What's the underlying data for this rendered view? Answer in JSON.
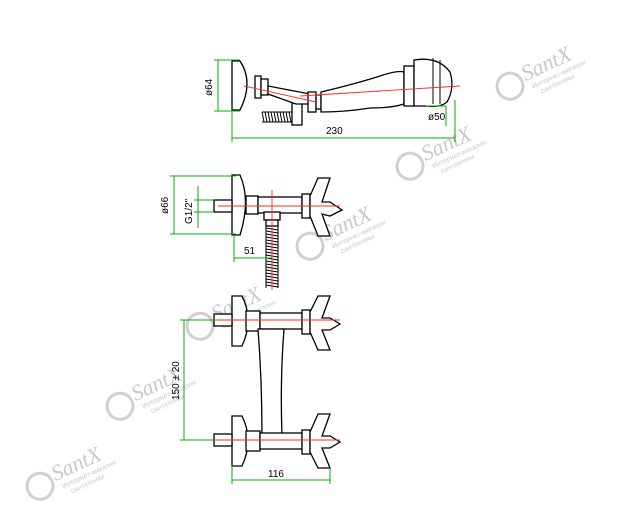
{
  "dimensions": {
    "d_mount_top": "ø64",
    "d_head": "ø50",
    "handshower_length": "230",
    "d_flange": "ø66",
    "thread": "G1/2\"",
    "outlet_offset": "51",
    "center_distance": "150 ± 20",
    "total_width": "116"
  },
  "watermark": {
    "brand": "SantX",
    "line1": "Интернет-магазин",
    "line2": "сантехники"
  },
  "colors": {
    "dimension": "#00b000",
    "axis": "#ff2a2a",
    "outline": "#000000",
    "watermark": "#c9c9c9"
  }
}
